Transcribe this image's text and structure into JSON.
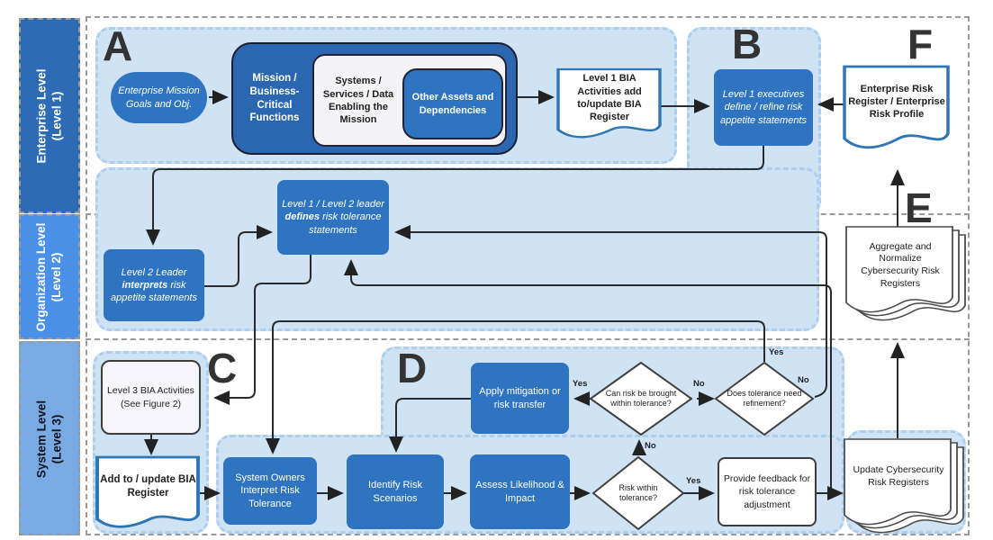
{
  "diagram": {
    "section_labels": {
      "a": "A",
      "b": "B",
      "c": "C",
      "d": "D",
      "e": "E",
      "f": "F"
    },
    "lanes": [
      {
        "label": "Enterprise Level\n(Level 1)"
      },
      {
        "label": "Organization Level\n(Level 2)"
      },
      {
        "label": "System Level\n(Level 3)"
      }
    ],
    "nodes": {
      "mission_goals": "Enterprise Mission Goals and Obj.",
      "mission_functions": "Mission / Business-Critical Functions",
      "systems_services": "Systems / Services / Data Enabling the Mission",
      "other_assets": "Other Assets and Dependencies",
      "l1_bia": "Level 1 BIA Activities add to/update BIA Register",
      "l1_executives": "Level 1 executives define / refine risk appetite statements",
      "erm_register": "Enterprise Risk Register / Enterprise Risk Profile",
      "l2_interprets": {
        "t1": "Level 2 Leader ",
        "t2": "interprets",
        "t3": " risk appetite statements"
      },
      "l12_defines": {
        "t1": "Level 1 / Level 2 leader ",
        "t2": "defines",
        "t3": " risk tolerance statements"
      },
      "aggregate": "Aggregate and Normalize Cybersecurity Risk Registers",
      "l3_bia": "Level 3 BIA Activities (See Figure 2)",
      "add_update": "Add to / update BIA Register",
      "system_owners": "System Owners Interpret Risk Tolerance",
      "identify": "Identify Risk Scenarios",
      "assess": "Assess Likelihood & Impact",
      "apply": "Apply mitigation or risk transfer",
      "feedback": "Provide feedback for risk tolerance adjustment",
      "update_registers": "Update Cybersecurity Risk Registers",
      "can_risk": "Can risk be brought within tolerance?",
      "refinement": "Does tolerance need refinement?",
      "risk_within": "Risk within tolerance?"
    },
    "edge_labels": {
      "yes": "Yes",
      "no": "No"
    },
    "colors": {
      "lane1_blue": "#2d6cb5",
      "lane2_blue": "#4a90e8",
      "lane3_blue": "#78aae4",
      "node_blue": "#2e74c0",
      "container_blue": "#cfe3f4",
      "doc_border_blue": "#2e75b6",
      "line": "#2b2b2b"
    }
  }
}
